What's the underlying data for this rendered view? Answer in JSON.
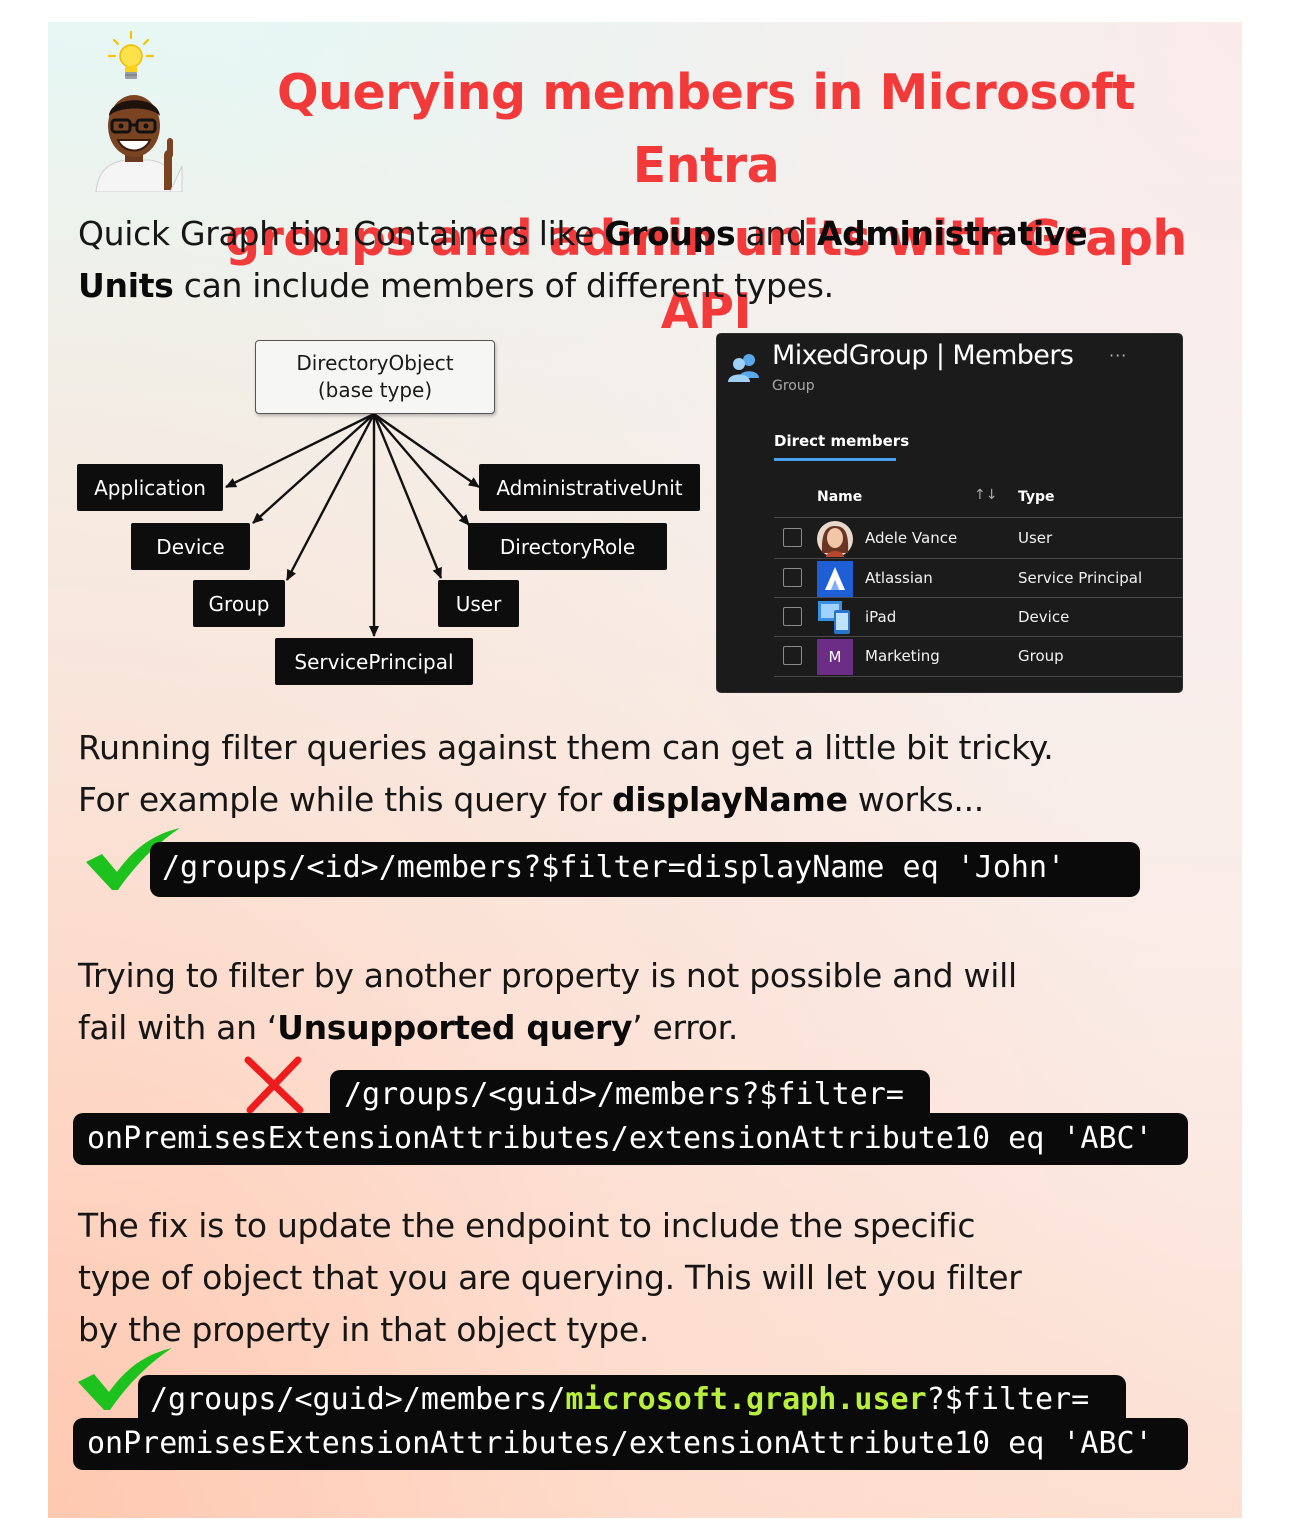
{
  "header": {
    "title_line1": "Querying members in Microsoft Entra",
    "title_line2": "groups and admin units with Graph API"
  },
  "intro": {
    "line1_a": "Quick Graph tip: Containers like ",
    "line1_b": "Groups",
    "line1_c": " and ",
    "line1_d": "Administrative",
    "line2_a": "Units",
    "line2_b": " can include members of different types."
  },
  "diagram": {
    "root_line1": "DirectoryObject",
    "root_line2": "(base type)",
    "nodes": {
      "application": "Application",
      "device": "Device",
      "group": "Group",
      "service_principal": "ServicePrincipal",
      "user": "User",
      "directory_role": "DirectoryRole",
      "administrative_unit": "AdministrativeUnit"
    }
  },
  "portal": {
    "title": "MixedGroup | Members",
    "more": "···",
    "subtitle": "Group",
    "tab": "Direct members",
    "columns": {
      "name": "Name",
      "sort": "↑↓",
      "type": "Type"
    },
    "rows": [
      {
        "name": "Adele Vance",
        "type": "User",
        "icon": "user-photo-icon"
      },
      {
        "name": "Atlassian",
        "type": "Service Principal",
        "icon": "atlassian-logo-icon"
      },
      {
        "name": "iPad",
        "type": "Device",
        "icon": "device-icon"
      },
      {
        "name": "Marketing",
        "type": "Group",
        "icon": "group-initial-icon",
        "initial": "M"
      }
    ],
    "colors": {
      "background": "#1b1b1b",
      "accent": "#4aa2f0",
      "group_tile": "#6b2d86"
    }
  },
  "section2": {
    "line1": "Running filter queries against them can get a little bit tricky.",
    "line2_a": "For example while this query for ",
    "line2_b": "displayName",
    "line2_c": " works..."
  },
  "code1": "/groups/<id>/members?$filter=displayName eq 'John'",
  "section3": {
    "line1": "Trying to filter by another property is not possible and will",
    "line2_a": "fail with an ‘",
    "line2_b": "Unsupported query",
    "line2_c": "’ error."
  },
  "code2": {
    "line1": "/groups/<guid>/members?$filter=",
    "line2": "onPremisesExtensionAttributes/extensionAttribute10 eq 'ABC'"
  },
  "section4": {
    "line1": "The fix is to update the endpoint to include the specific",
    "line2": "type of object that you are querying. This will let you filter",
    "line3": "by the property in that object type."
  },
  "code3": {
    "line1_a": "/groups/<guid>/members/",
    "line1_b": "microsoft.graph.user",
    "line1_c": "?$filter=",
    "line2": "onPremisesExtensionAttributes/extensionAttribute10 eq 'ABC'"
  },
  "colors": {
    "title": "#f23a3a",
    "check": "#1ec21e",
    "cross": "#ee1c1c",
    "highlight": "#b8ef3e",
    "code_bg": "#0a0a0a"
  },
  "icons": [
    "lightbulb-icon",
    "memoji-avatar-icon",
    "checkmark-icon",
    "cross-icon",
    "people-icon"
  ]
}
